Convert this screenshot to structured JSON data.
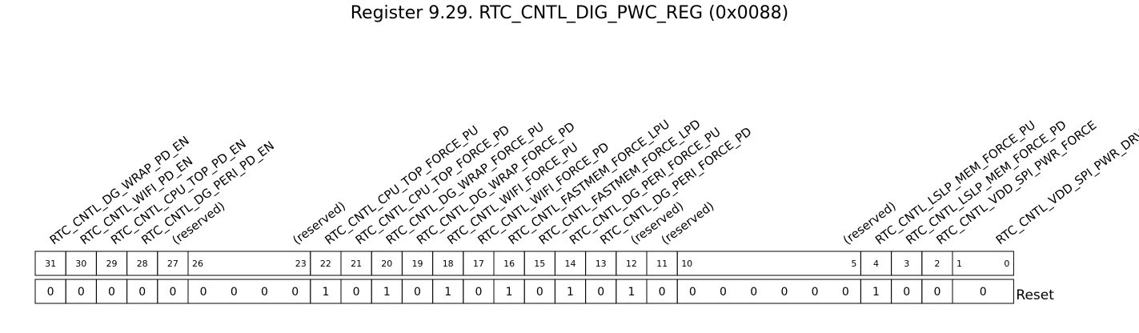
{
  "title": "Register 9.29. RTC_CNTL_DIG_PWC_REG (0x0088)",
  "reset_label": "Reset",
  "fields": [
    {
      "hi": 31,
      "lo": 31,
      "name": "RTC_CNTL_DG_WRAP_PD_EN",
      "reset": "0"
    },
    {
      "hi": 30,
      "lo": 30,
      "name": "RTC_CNTL_WIFI_PD_EN",
      "reset": "0"
    },
    {
      "hi": 29,
      "lo": 29,
      "name": "RTC_CNTL_CPU_TOP_PD_EN",
      "reset": "0"
    },
    {
      "hi": 28,
      "lo": 28,
      "name": "RTC_CNTL_DG_PERI_PD_EN",
      "reset": "0"
    },
    {
      "hi": 27,
      "lo": 27,
      "name": "(reserved)",
      "reset": "0"
    },
    {
      "hi": 26,
      "lo": 23,
      "name": "(reserved)",
      "reset": "0 0 0 0"
    },
    {
      "hi": 22,
      "lo": 22,
      "name": "RTC_CNTL_CPU_TOP_FORCE_PU",
      "reset": "1"
    },
    {
      "hi": 21,
      "lo": 21,
      "name": "RTC_CNTL_CPU_TOP_FORCE_PD",
      "reset": "0"
    },
    {
      "hi": 20,
      "lo": 20,
      "name": "RTC_CNTL_DG_WRAP_FORCE_PU",
      "reset": "1"
    },
    {
      "hi": 19,
      "lo": 19,
      "name": "RTC_CNTL_DG_WRAP_FORCE_PD",
      "reset": "0"
    },
    {
      "hi": 18,
      "lo": 18,
      "name": "RTC_CNTL_WIFI_FORCE_PU",
      "reset": "1"
    },
    {
      "hi": 17,
      "lo": 17,
      "name": "RTC_CNTL_WIFI_FORCE_PD",
      "reset": "0"
    },
    {
      "hi": 16,
      "lo": 16,
      "name": "RTC_CNTL_FASTMEM_FORCE_LPU",
      "reset": "1"
    },
    {
      "hi": 15,
      "lo": 15,
      "name": "RTC_CNTL_FASTMEM_FORCE_LPD",
      "reset": "0"
    },
    {
      "hi": 14,
      "lo": 14,
      "name": "RTC_CNTL_DG_PERI_FORCE_PU",
      "reset": "1"
    },
    {
      "hi": 13,
      "lo": 13,
      "name": "RTC_CNTL_DG_PERI_FORCE_PD",
      "reset": "0"
    },
    {
      "hi": 12,
      "lo": 12,
      "name": "(reserved)",
      "reset": "1"
    },
    {
      "hi": 11,
      "lo": 11,
      "name": "(reserved)",
      "reset": "0"
    },
    {
      "hi": 10,
      "lo": 5,
      "name": "(reserved)",
      "reset": "0 0 0 0 0 0"
    },
    {
      "hi": 4,
      "lo": 4,
      "name": "RTC_CNTL_LSLP_MEM_FORCE_PU",
      "reset": "1"
    },
    {
      "hi": 3,
      "lo": 3,
      "name": "RTC_CNTL_LSLP_MEM_FORCE_PD",
      "reset": "0"
    },
    {
      "hi": 2,
      "lo": 2,
      "name": "RTC_CNTL_VDD_SPI_PWR_FORCE",
      "reset": "0"
    },
    {
      "hi": 1,
      "lo": 0,
      "name": "RTC_CNTL_VDD_SPI_PWR_DRV",
      "reset": "0"
    }
  ]
}
